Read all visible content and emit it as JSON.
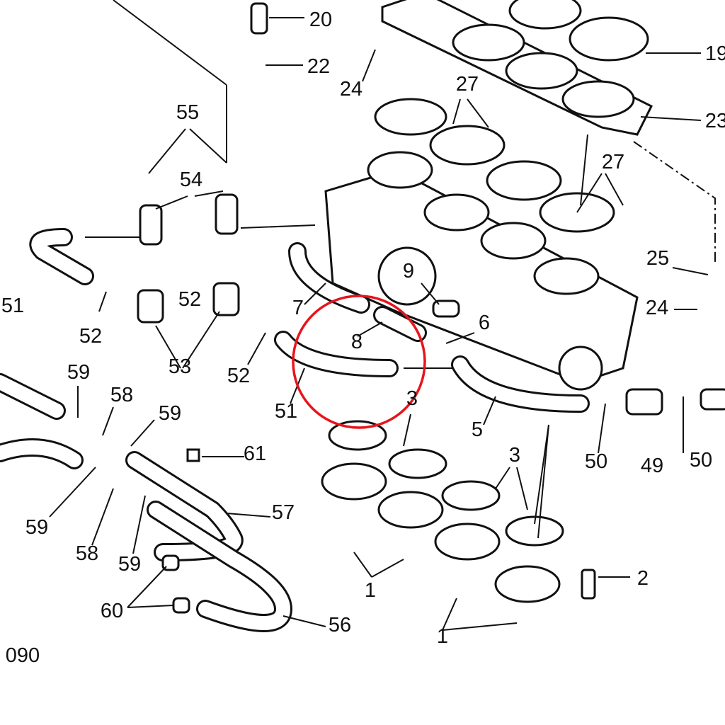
{
  "diagram": {
    "labels": [
      "20",
      "22",
      "24",
      "19",
      "23",
      "27",
      "27",
      "55",
      "54",
      "51",
      "52",
      "52",
      "53",
      "52",
      "7",
      "8",
      "9",
      "6",
      "25",
      "24",
      "5",
      "51",
      "3",
      "3",
      "50",
      "49",
      "50",
      "59",
      "58",
      "59",
      "61",
      "57",
      "59",
      "58",
      "59",
      "60",
      "56",
      "1",
      "1",
      "2",
      "090"
    ],
    "highlight_color": "#e8141b",
    "line_color": "#111111"
  }
}
